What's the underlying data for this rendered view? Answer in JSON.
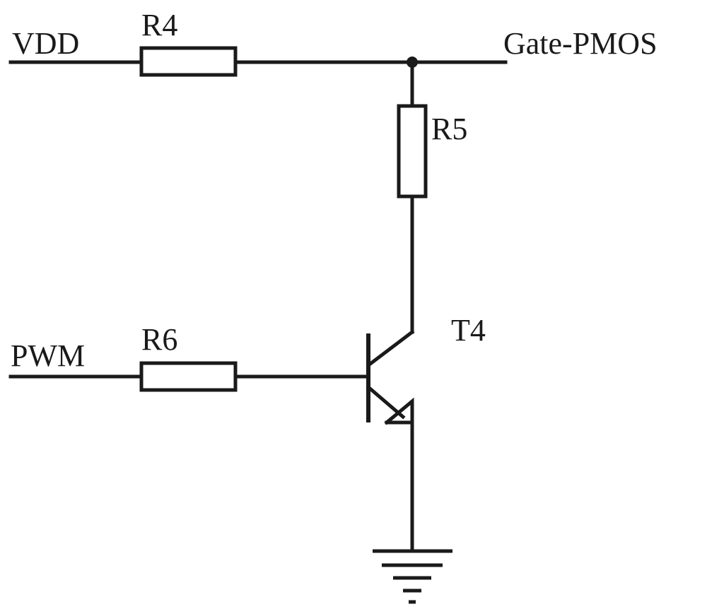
{
  "labels": {
    "vdd": "VDD",
    "gate_pmos": "Gate-PMOS",
    "pwm": "PWM",
    "t4": "T4"
  },
  "components": [
    {
      "ref": "R4",
      "type": "resistor"
    },
    {
      "ref": "R5",
      "type": "resistor"
    },
    {
      "ref": "R6",
      "type": "resistor"
    },
    {
      "ref": "T4",
      "type": "npn-transistor"
    }
  ],
  "nets": [
    {
      "name": "VDD",
      "connects": [
        "R4"
      ]
    },
    {
      "name": "Gate-PMOS",
      "connects": [
        "R4",
        "R5"
      ]
    },
    {
      "name": "PWM",
      "connects": [
        "R6"
      ]
    },
    {
      "name": "base",
      "connects": [
        "R6",
        "T4.base"
      ]
    },
    {
      "name": "collector",
      "connects": [
        "R5",
        "T4.collector"
      ]
    },
    {
      "name": "GND",
      "connects": [
        "T4.emitter"
      ]
    }
  ],
  "colors": {
    "ink": "#1a1a1a",
    "background": "#ffffff"
  }
}
